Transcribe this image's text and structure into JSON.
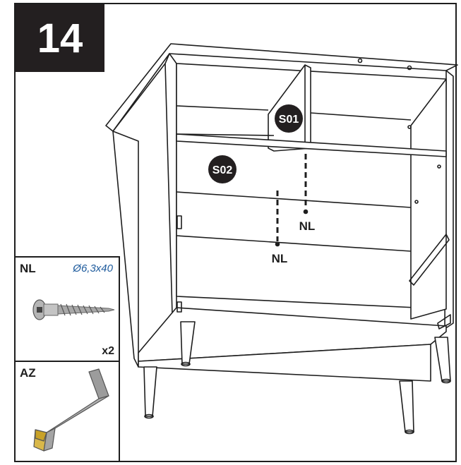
{
  "step": {
    "number": "14"
  },
  "parts": [
    {
      "code": "NL",
      "spec": "Ø6,3x40",
      "quantity": "x2"
    },
    {
      "code": "AZ"
    }
  ],
  "diagram": {
    "panel_labels": [
      "S01",
      "S02"
    ],
    "screw_labels": [
      "NL",
      "NL"
    ]
  },
  "colors": {
    "line": "#1e1e1e",
    "badge": "#231f20",
    "spec_text": "#1d5a9c",
    "metal": "#9a9a9a",
    "hex_key": "#c9a227"
  }
}
